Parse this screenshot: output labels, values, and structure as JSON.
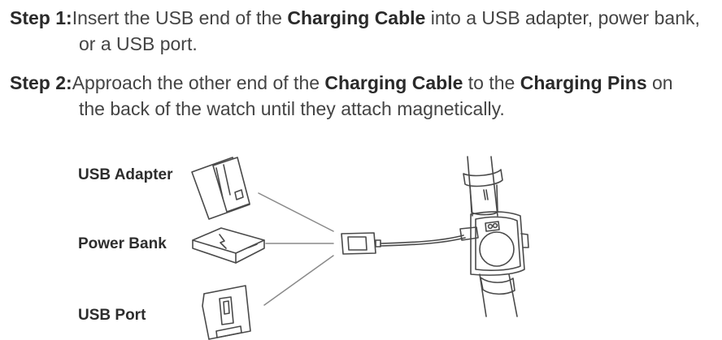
{
  "step1": {
    "label": "Step 1:",
    "text_a": "Insert the USB end of the ",
    "bold": "Charging Cable",
    "text_b": " into a USB adapter, power bank,",
    "line2": "or a USB port."
  },
  "step2": {
    "label": "Step 2:",
    "text_a": "Approach the other end of the ",
    "bold1": "Charging Cable",
    "text_b": " to the ",
    "bold2": "Charging Pins",
    "text_c": " on",
    "line2": "the back of the watch until they attach magnetically."
  },
  "sources": {
    "usb_adapter": "USB Adapter",
    "power_bank": "Power Bank",
    "usb_port": "USB Port"
  }
}
